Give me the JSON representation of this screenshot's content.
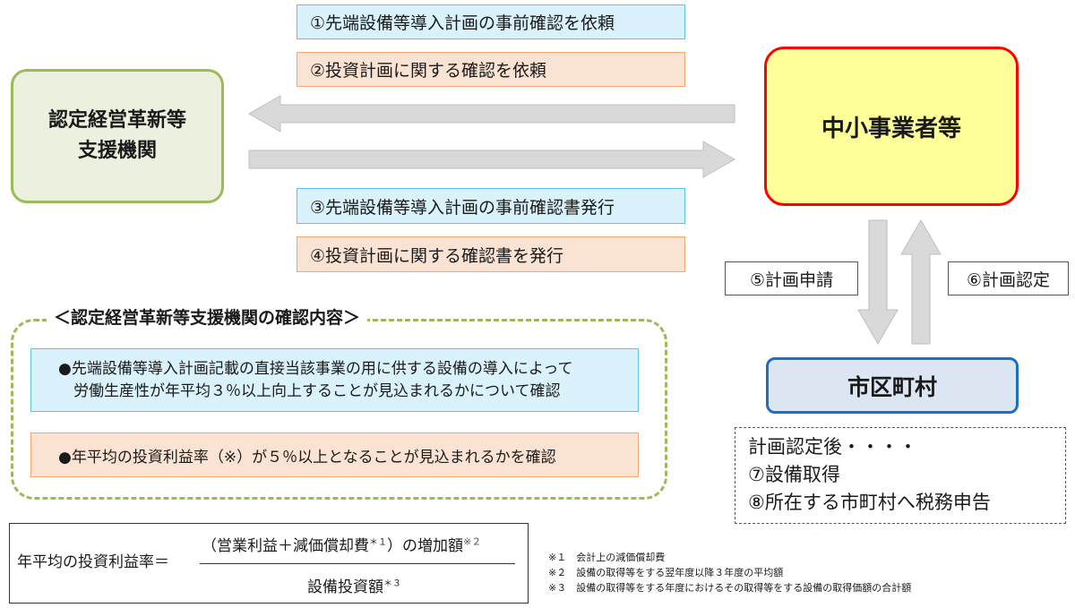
{
  "nodes": {
    "support_org": [
      "認定経営革新等",
      "支援機関"
    ],
    "sme": "中小事業者等",
    "municipality": "市区町村"
  },
  "flows": {
    "step1": "①先端設備等導入計画の事前確認を依頼",
    "step2": "②投資計画に関する確認を依頼",
    "step3": "③先端設備等導入計画の事前確認書発行",
    "step4": "④投資計画に関する確認書を発行",
    "step5": "⑤計画申請",
    "step6": "⑥計画認定"
  },
  "after": [
    "計画認定後・・・・",
    "⑦設備取得",
    "⑧所在する市町村へ税務申告"
  ],
  "confirmation": {
    "title": "＜認定経営革新等支援機関の確認内容＞",
    "item1_line1": "●先端設備等導入計画記載の直接当該事業の用に供する設備の導入によって",
    "item1_line2": "労働生産性が年平均３％以上向上することが見込まれるかについて確認",
    "item2": "●年平均の投資利益率（※）が５％以上となることが見込まれるかを確認"
  },
  "formula": {
    "lhs": "年平均の投資利益率＝",
    "numerator": "（営業利益＋減価償却費",
    "num_sup1": "＊１",
    "num_mid": "）の増加額",
    "num_sup2": "※２",
    "denominator": "設備投資額",
    "den_sup": "＊３"
  },
  "notes": [
    "※１　会計上の減価償却費",
    "※２　設備の取得等をする翌年度以降３年度の平均額",
    "※３　設備の取得等をする年度におけるその取得等をする設備の取得価額の合計額"
  ],
  "colors": {
    "support_fill": "#ebf1de",
    "support_border": "#9bbb59",
    "sme_fill": "#ffff99",
    "sme_border": "#ff0000",
    "muni_fill": "#dce6f2",
    "muni_border": "#1f6fc0",
    "arrow": "#d9d9d9"
  }
}
